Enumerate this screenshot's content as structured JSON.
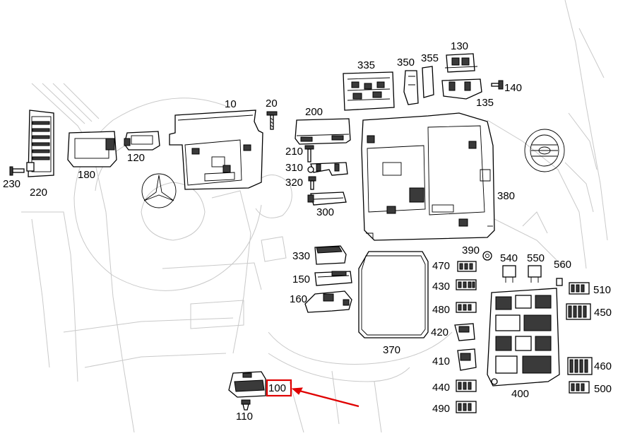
{
  "labels": {
    "p10": "10",
    "p20": "20",
    "p100": "100",
    "p110": "110",
    "p120": "120",
    "p130": "130",
    "p135": "135",
    "p140": "140",
    "p150": "150",
    "p160": "160",
    "p180": "180",
    "p200": "200",
    "p210": "210",
    "p220": "220",
    "p230": "230",
    "p300": "300",
    "p310": "310",
    "p320": "320",
    "p330": "330",
    "p335": "335",
    "p350": "350",
    "p355": "355",
    "p370": "370",
    "p380": "380",
    "p390": "390",
    "p400": "400",
    "p410": "410",
    "p420": "420",
    "p430": "430",
    "p440": "440",
    "p450": "450",
    "p460": "460",
    "p470": "470",
    "p480": "480",
    "p490": "490",
    "p500": "500",
    "p510": "510",
    "p540": "540",
    "p550": "550",
    "p560": "560"
  },
  "colors": {
    "highlight": "#e00000",
    "line": "#000000",
    "background_line": "#c9c9c9"
  }
}
